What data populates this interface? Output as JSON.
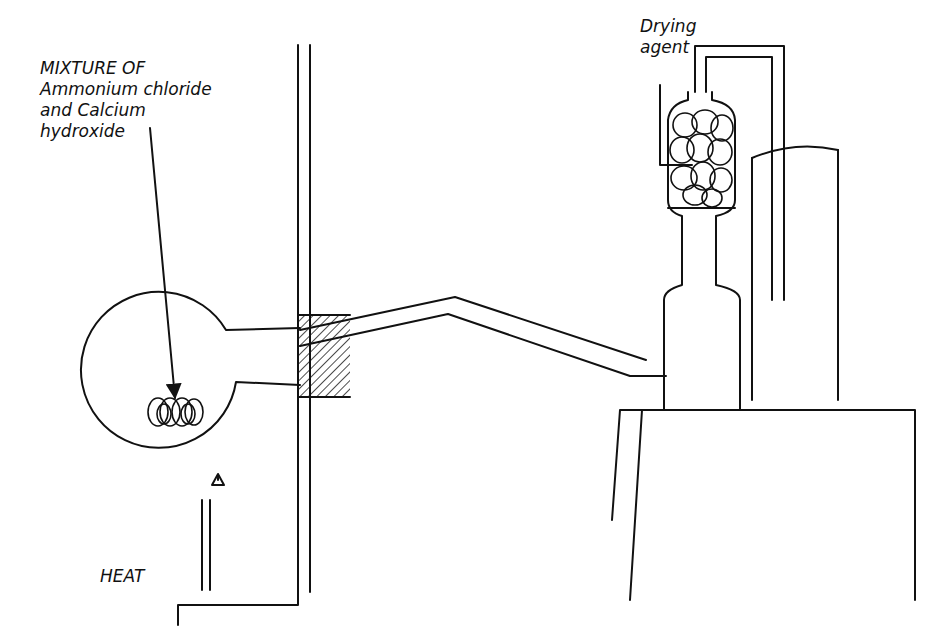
{
  "diagram": {
    "labels": [
      "MIXTURE OF Ammonium chloride and Calcium hydroxide",
      "Drying agent",
      "HEAT"
    ]
  }
}
